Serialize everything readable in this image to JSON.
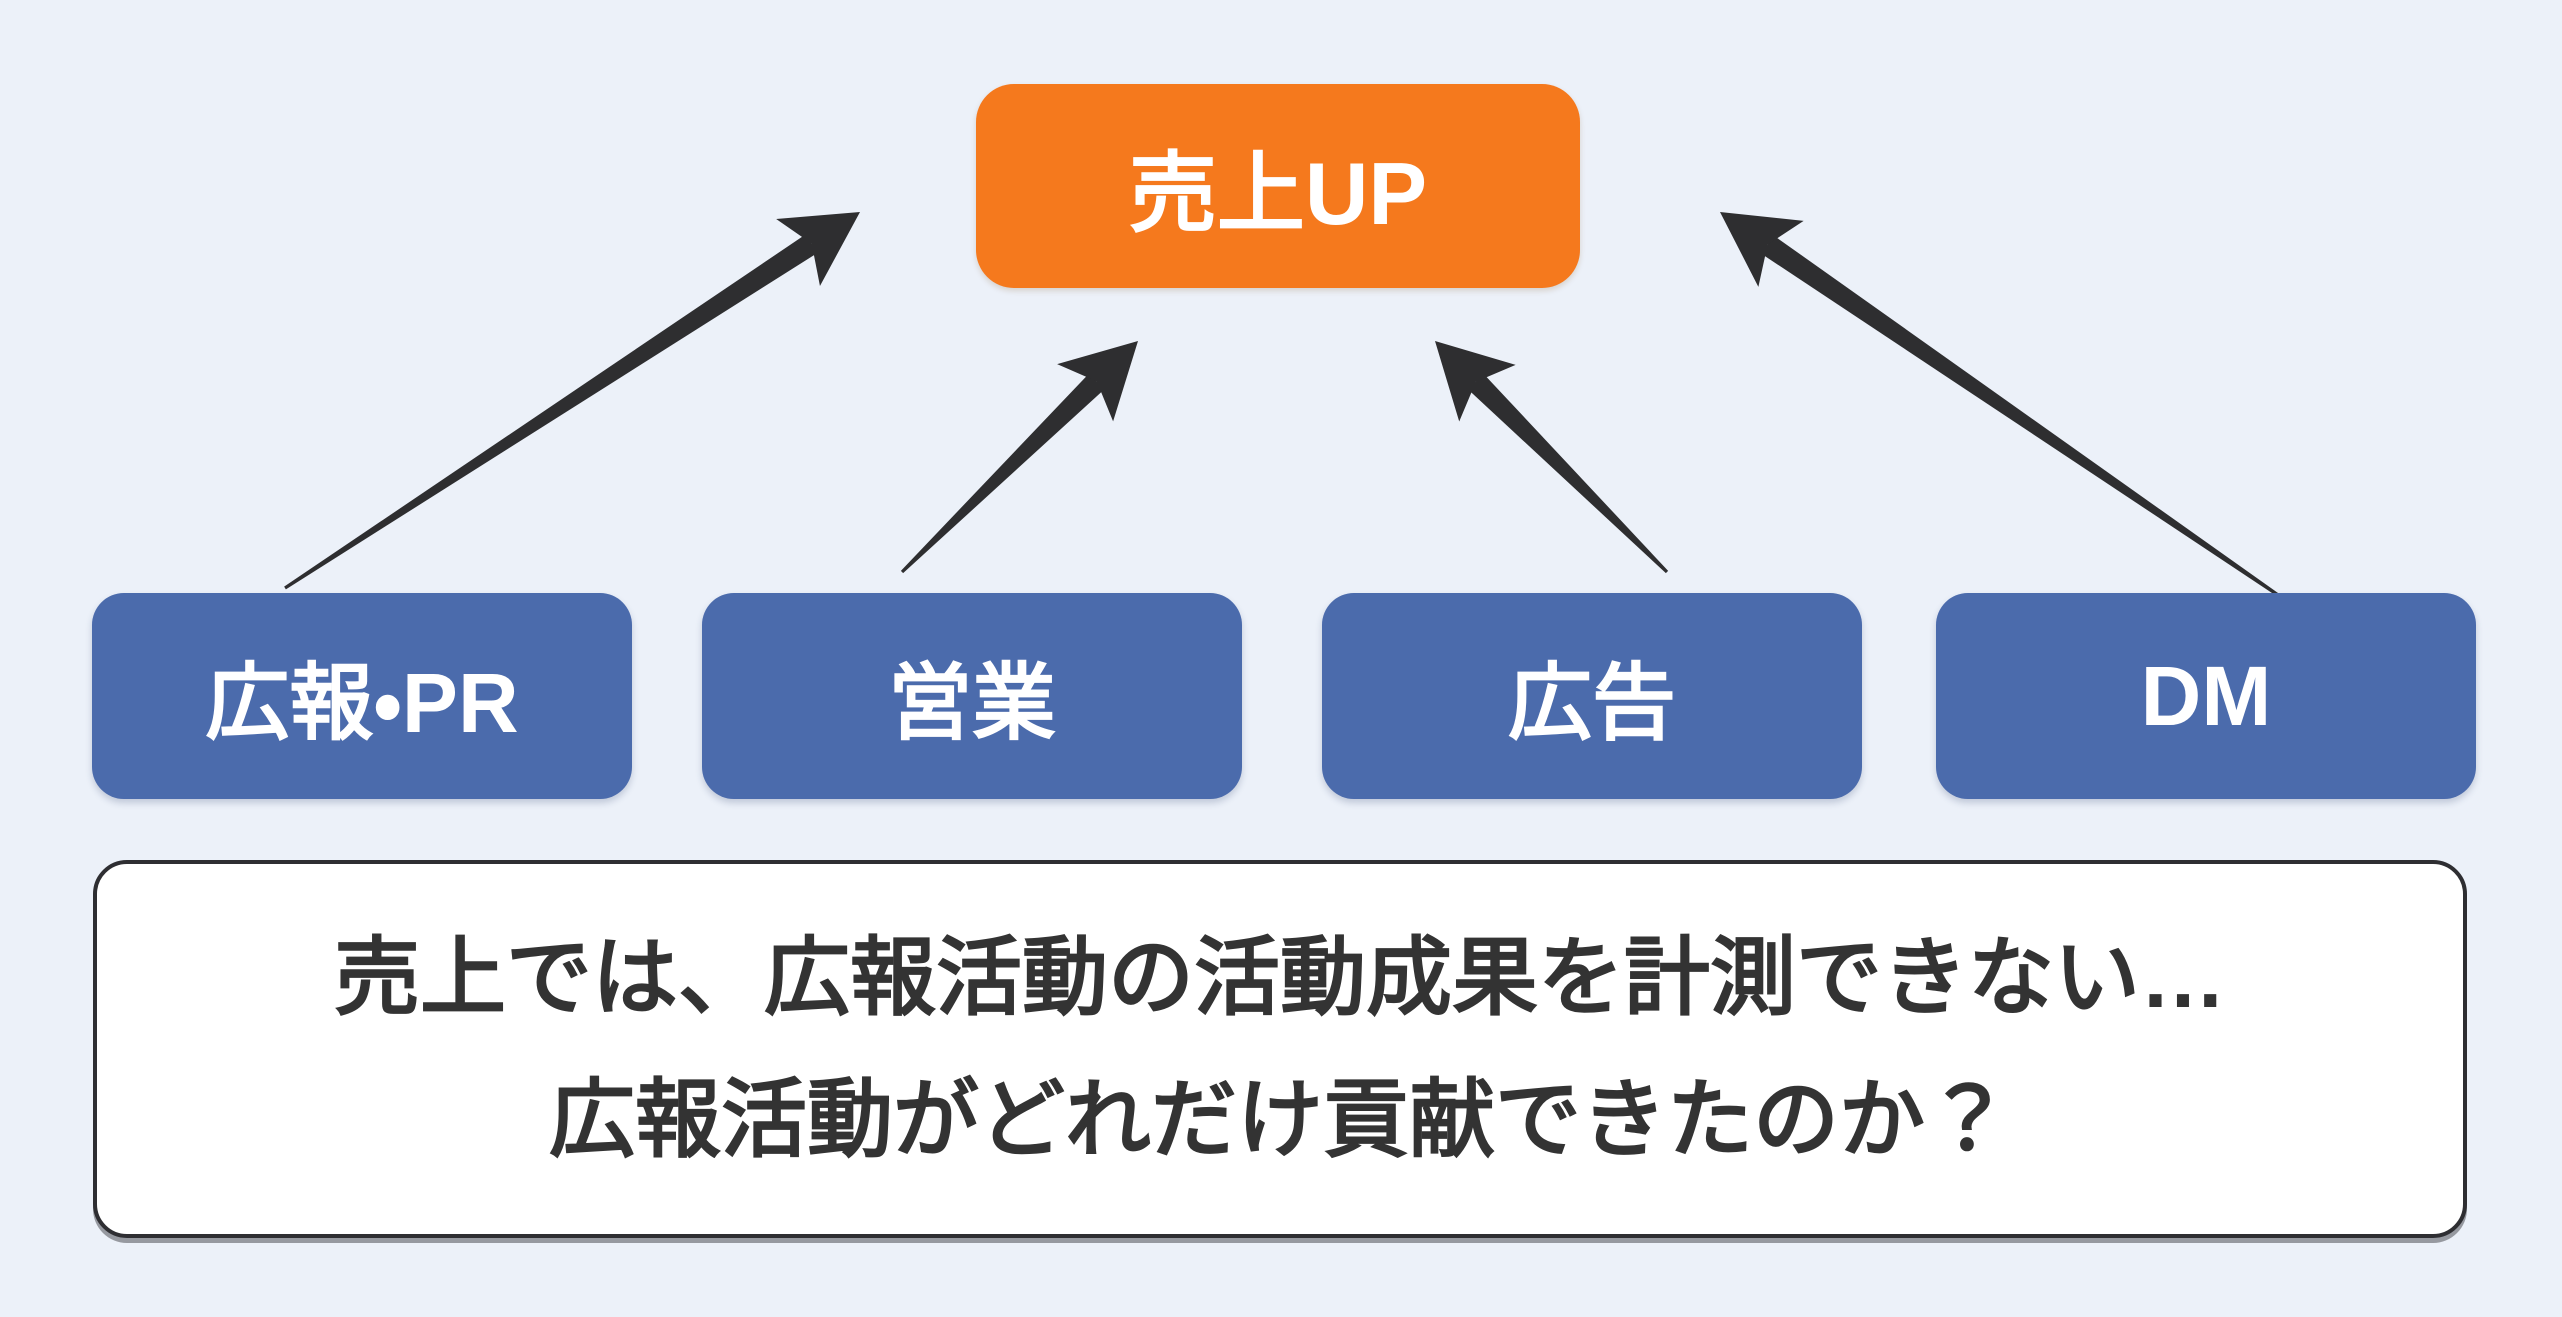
{
  "diagram": {
    "background_color": "#ECF1F9",
    "goal_node": {
      "label": "売上UP",
      "color": "#F5791D",
      "text_color": "#FFFFFF"
    },
    "channel_color": "#4B6BAC",
    "channel_text_color": "#FFFFFF",
    "channel_nodes": [
      {
        "id": "kouhou-pr",
        "label": "広報・PR"
      },
      {
        "id": "eigyou",
        "label": "営業"
      },
      {
        "id": "koukoku",
        "label": "広告"
      },
      {
        "id": "dm",
        "label": "DM"
      }
    ],
    "arrow_color": "#2E2E30",
    "connections": [
      {
        "from": "kouhou-pr",
        "to": "uriage-up"
      },
      {
        "from": "eigyou",
        "to": "uriage-up"
      },
      {
        "from": "koukoku",
        "to": "uriage-up"
      },
      {
        "from": "dm",
        "to": "uriage-up"
      }
    ],
    "caption": {
      "text_color": "#333333",
      "lines": [
        "売上では、広報活動の活動成果を計測できない…",
        "広報活動がどれだけ貢献できたのか？"
      ]
    }
  }
}
